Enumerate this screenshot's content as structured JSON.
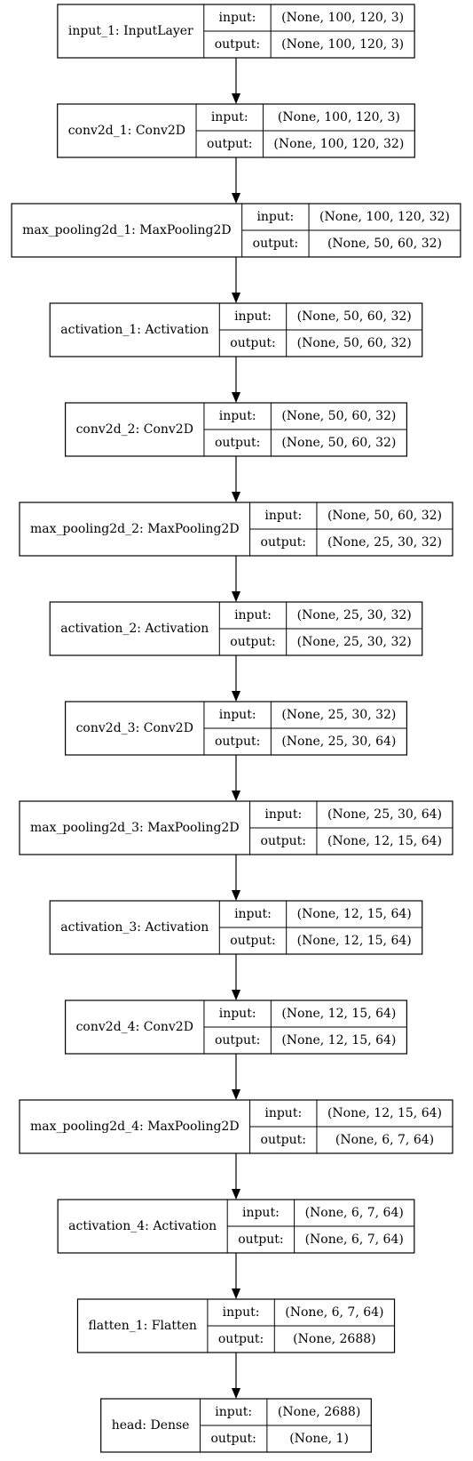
{
  "diagram": {
    "background": "#ffffff",
    "stroke_color": "#000000",
    "arrow_style": "solid-triangle",
    "port_labels": {
      "input": "input:",
      "output": "output:"
    },
    "layers": [
      {
        "name": "input_1: InputLayer",
        "input": "(None, 100, 120, 3)",
        "output": "(None, 100, 120, 3)"
      },
      {
        "name": "conv2d_1: Conv2D",
        "input": "(None, 100, 120, 3)",
        "output": "(None, 100, 120, 32)"
      },
      {
        "name": "max_pooling2d_1: MaxPooling2D",
        "input": "(None, 100, 120, 32)",
        "output": "(None, 50, 60, 32)"
      },
      {
        "name": "activation_1: Activation",
        "input": "(None, 50, 60, 32)",
        "output": "(None, 50, 60, 32)"
      },
      {
        "name": "conv2d_2: Conv2D",
        "input": "(None, 50, 60, 32)",
        "output": "(None, 50, 60, 32)"
      },
      {
        "name": "max_pooling2d_2: MaxPooling2D",
        "input": "(None, 50, 60, 32)",
        "output": "(None, 25, 30, 32)"
      },
      {
        "name": "activation_2: Activation",
        "input": "(None, 25, 30, 32)",
        "output": "(None, 25, 30, 32)"
      },
      {
        "name": "conv2d_3: Conv2D",
        "input": "(None, 25, 30, 32)",
        "output": "(None, 25, 30, 64)"
      },
      {
        "name": "max_pooling2d_3: MaxPooling2D",
        "input": "(None, 25, 30, 64)",
        "output": "(None, 12, 15, 64)"
      },
      {
        "name": "activation_3: Activation",
        "input": "(None, 12, 15, 64)",
        "output": "(None, 12, 15, 64)"
      },
      {
        "name": "conv2d_4: Conv2D",
        "input": "(None, 12, 15, 64)",
        "output": "(None, 12, 15, 64)"
      },
      {
        "name": "max_pooling2d_4: MaxPooling2D",
        "input": "(None, 12, 15, 64)",
        "output": "(None, 6, 7, 64)"
      },
      {
        "name": "activation_4: Activation",
        "input": "(None, 6, 7, 64)",
        "output": "(None, 6, 7, 64)"
      },
      {
        "name": "flatten_1: Flatten",
        "input": "(None, 6, 7, 64)",
        "output": "(None, 2688)"
      },
      {
        "name": "head: Dense",
        "input": "(None, 2688)",
        "output": "(None, 1)"
      }
    ]
  }
}
